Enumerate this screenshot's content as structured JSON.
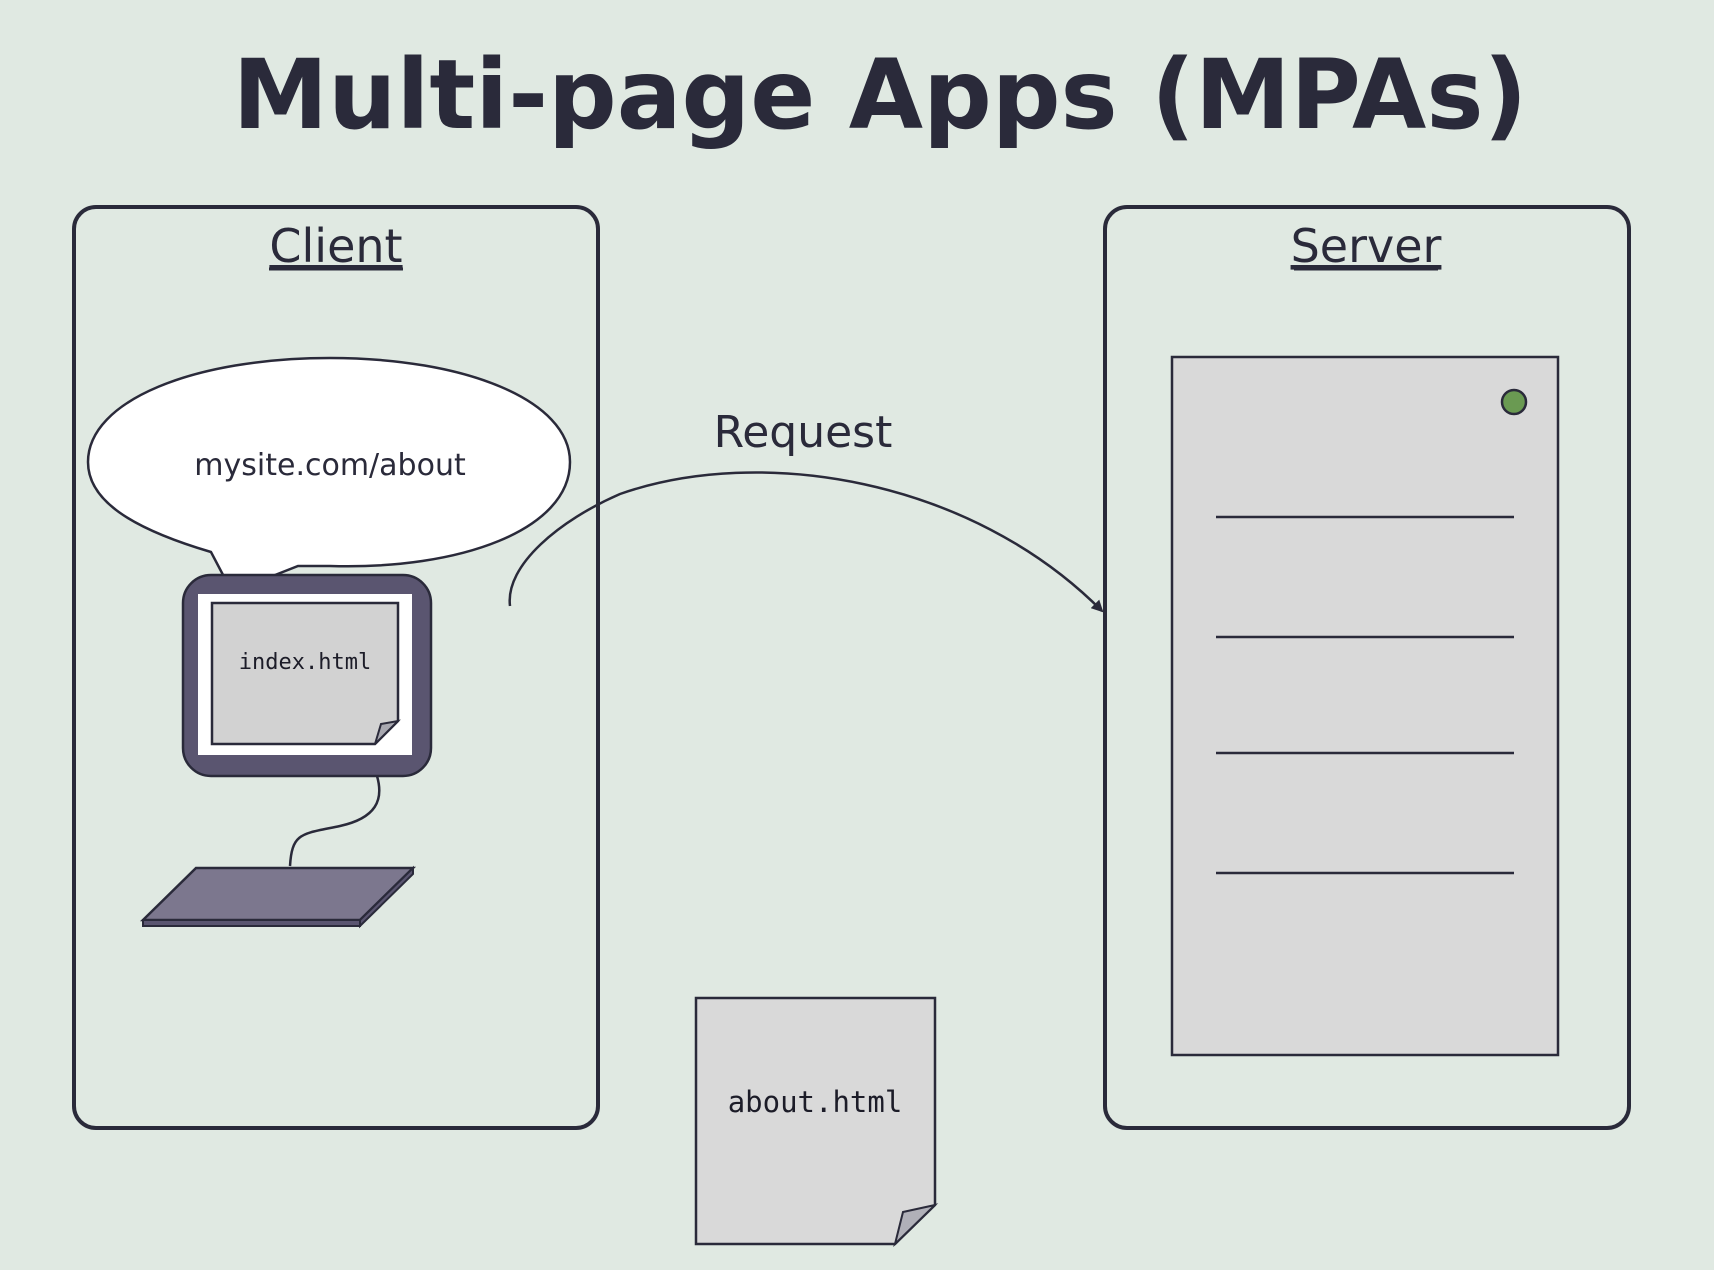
{
  "title": "Multi-page Apps (MPAs)",
  "client": {
    "label": "Client"
  },
  "server": {
    "label": "Server"
  },
  "speech_bubble": {
    "text": "mysite.com/about"
  },
  "monitor_file": {
    "name": "index.html"
  },
  "request": {
    "label": "Request"
  },
  "document": {
    "name": "about.html"
  },
  "colors": {
    "background": "#e0e9e2",
    "ink": "#2a2a3a",
    "monitor": "#5a5570",
    "keyboard": "#7c778e",
    "file_fill": "#d9d9d9",
    "server_fill": "#d9d9d9",
    "status_led": "#6a9a52"
  },
  "icons": [
    "speech-bubble-icon",
    "monitor-icon",
    "keyboard-icon",
    "file-icon",
    "server-rack-icon",
    "status-led-icon"
  ]
}
